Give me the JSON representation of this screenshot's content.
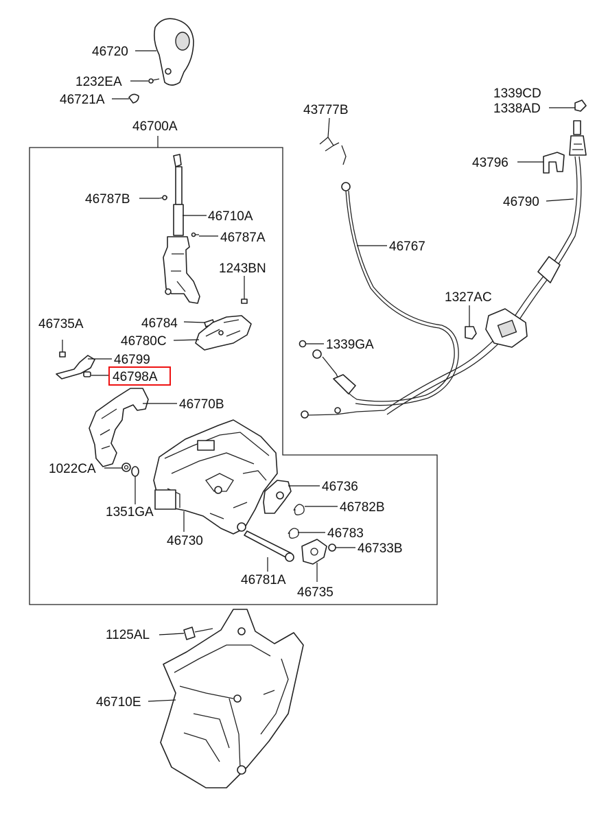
{
  "diagram": {
    "highlight_color": "#e11",
    "labels": {
      "p46720": "46720",
      "p1232EA": "1232EA",
      "p46721A": "46721A",
      "p46700A": "46700A",
      "p46787B": "46787B",
      "p46710A": "46710A",
      "p46787A": "46787A",
      "p1243BN": "1243BN",
      "p46735A": "46735A",
      "p46784": "46784",
      "p46780C": "46780C",
      "p46799": "46799",
      "p46798A": "46798A",
      "p46770B": "46770B",
      "p1022CA": "1022CA",
      "p1351GA": "1351GA",
      "p46730": "46730",
      "p46736": "46736",
      "p46782B": "46782B",
      "p46783": "46783",
      "p46733B": "46733B",
      "p46781A": "46781A",
      "p46735": "46735",
      "p43777B": "43777B",
      "p46767": "46767",
      "p1339CD": "1339CD",
      "p1338AD": "1338AD",
      "p43796": "43796",
      "p46790": "46790",
      "p1327AC": "1327AC",
      "p1339GA": "1339GA",
      "p1125AL": "1125AL",
      "p46710E": "46710E"
    }
  }
}
